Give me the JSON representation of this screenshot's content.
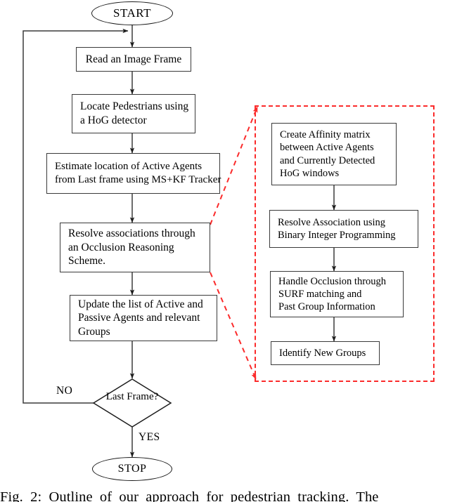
{
  "figure": {
    "caption": "Fig. 2: Outline of our approach for pedestrian tracking. The"
  },
  "main_flow": {
    "start_terminal": "START",
    "stop_terminal": "STOP",
    "steps": [
      {
        "id": "read-frame",
        "lines": [
          "Read an Image Frame"
        ]
      },
      {
        "id": "locate-pedestrians",
        "lines": [
          "Locate Pedestrians using",
          "a HoG detector"
        ]
      },
      {
        "id": "estimate-location",
        "lines": [
          "Estimate location of Active Agents",
          "from Last frame using MS+KF Tracker"
        ]
      },
      {
        "id": "resolve-associations",
        "lines": [
          "Resolve associations through",
          "an Occlusion Reasoning",
          "Scheme."
        ]
      },
      {
        "id": "update-list",
        "lines": [
          "Update the list of Active and",
          "Passive Agents and relevant",
          "Groups"
        ]
      }
    ],
    "decision": {
      "id": "last-frame",
      "lines": [
        "Last",
        "Frame?"
      ]
    },
    "edge_labels": {
      "no": "NO",
      "yes": "YES"
    }
  },
  "detail_panel": {
    "border_color": "#fb2b2b",
    "steps": [
      {
        "id": "create-affinity-matrix",
        "lines": [
          "Create Affinity matrix",
          "between Active Agents",
          "and Currently Detected",
          "HoG windows"
        ]
      },
      {
        "id": "resolve-association-bip",
        "lines": [
          "Resolve Association using",
          "Binary Integer Programming"
        ]
      },
      {
        "id": "handle-occlusion",
        "lines": [
          "Handle Occlusion through",
          "SURF matching and",
          "Past Group Information"
        ]
      },
      {
        "id": "identify-new-groups",
        "lines": [
          "Identify New Groups"
        ]
      }
    ]
  },
  "colors": {
    "stroke": "#3a3a3a",
    "callout": "#fb2b2b",
    "background": "#ffffff"
  }
}
